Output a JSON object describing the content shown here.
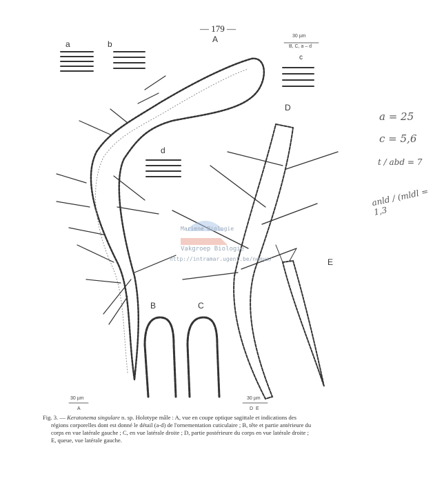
{
  "page_number": "— 179 —",
  "figure": {
    "panel_labels": {
      "A": "A",
      "B": "B",
      "C": "C",
      "D": "D",
      "E": "E",
      "a": "a",
      "b": "b",
      "c": "c",
      "d": "d"
    },
    "scale_bars": [
      {
        "value": "30 µm",
        "applies_to": "B, C, a – d"
      },
      {
        "value": "30 µm",
        "applies_to": "A"
      },
      {
        "value": "30 µm",
        "applies_to": "D  E"
      }
    ]
  },
  "caption": {
    "prefix": "Fig. 3. —",
    "species": "Keratonema singulare",
    "line1_rest": " n. sp. Holotype mâle : A, vue en coupe optique sagittale et indications des",
    "line2": "régions corporelles dont est donné le détail (a-d) de l'ornementation cuticulaire ; B, tête et partie antérieure du",
    "line3": "corps en vue latérale gauche ; C, en vue latérale droite ; D, partie postérieure du corps en vue latérale droite ;",
    "line4": "E, queue, vue latérale gauche."
  },
  "handwritten_notes": [
    "a = 25",
    "c = 5,6",
    "t / abd = 7",
    "anld / (mldl = 1,3"
  ],
  "watermark": {
    "text1": "Mariene Biologie",
    "text2": "Vakgroep Biologie",
    "url": "http://intramar.ugent.be/nemys/"
  }
}
